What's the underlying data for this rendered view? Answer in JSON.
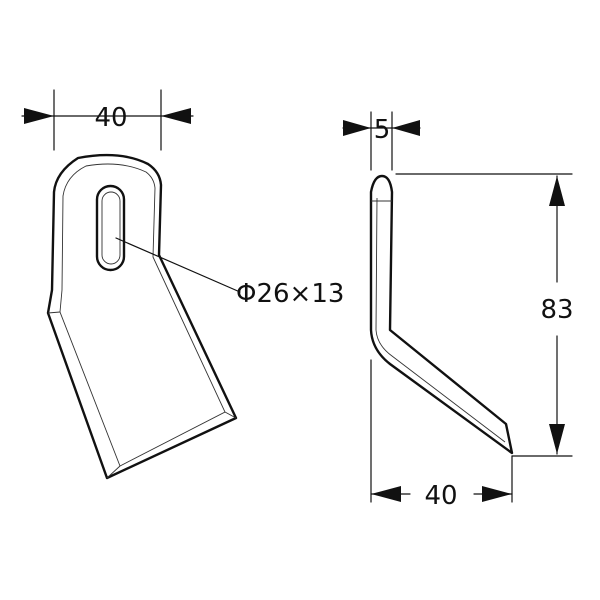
{
  "front_view": {
    "width_label": "40",
    "slot_label": "Φ26×13"
  },
  "side_view": {
    "thickness_label": "5",
    "height_label": "83",
    "offset_label": "40"
  }
}
